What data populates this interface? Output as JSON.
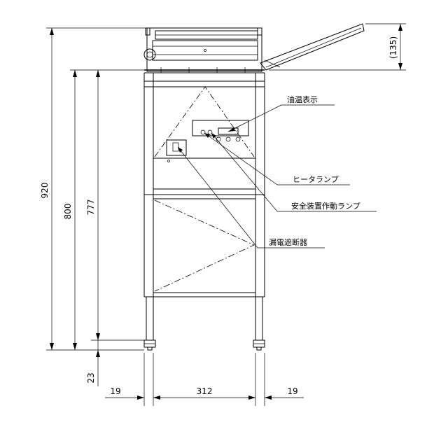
{
  "dimensions": {
    "total_height": "920",
    "body_height": "800",
    "frame_height": "777",
    "foot_height": "23",
    "lid_height": "(135)",
    "left_margin": "19",
    "width": "312",
    "right_margin": "19"
  },
  "callouts": {
    "oil_temp_display": "油温表示",
    "heater_lamp": "ヒータランプ",
    "safety_device_lamp": "安全装置作動ランプ",
    "earth_leakage_breaker": "漏電遮断器"
  }
}
